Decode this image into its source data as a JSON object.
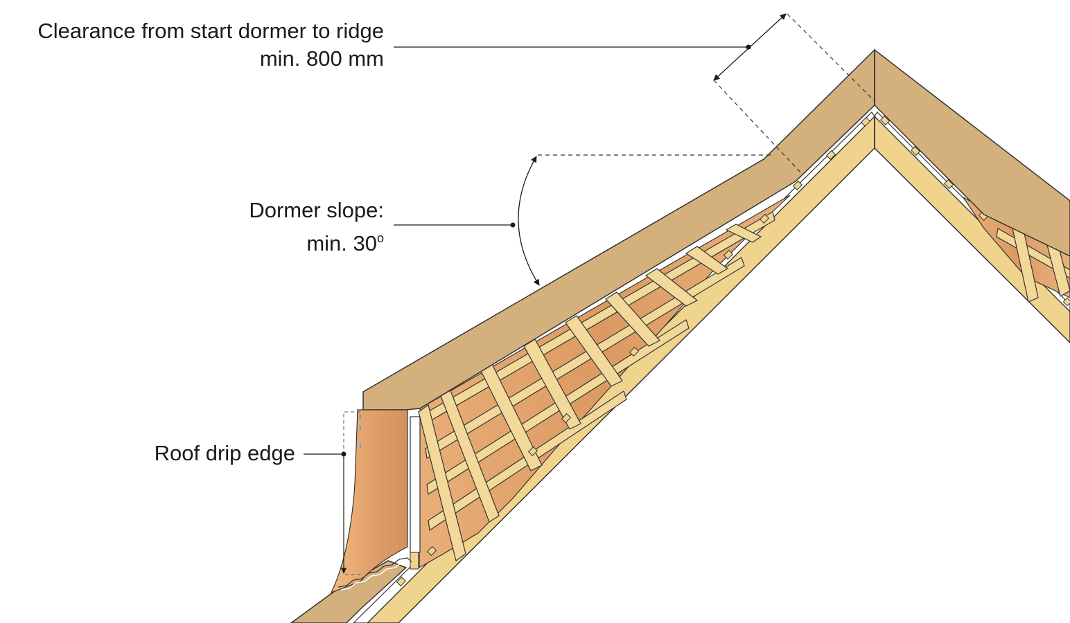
{
  "annotations": {
    "clearance": {
      "line1": "Clearance from start dormer to ridge",
      "line2": "min. 800 mm"
    },
    "slope": {
      "line1": "Dormer slope:",
      "line2_value": "min. 30",
      "line2_unit": "o"
    },
    "drip": {
      "label": "Roof drip edge"
    }
  },
  "colors": {
    "roof_covering": "#d4b07c",
    "rafter": "#f0d48e",
    "batten": "#f2d99a",
    "cavity": "#e5a770",
    "outline": "#333333"
  }
}
